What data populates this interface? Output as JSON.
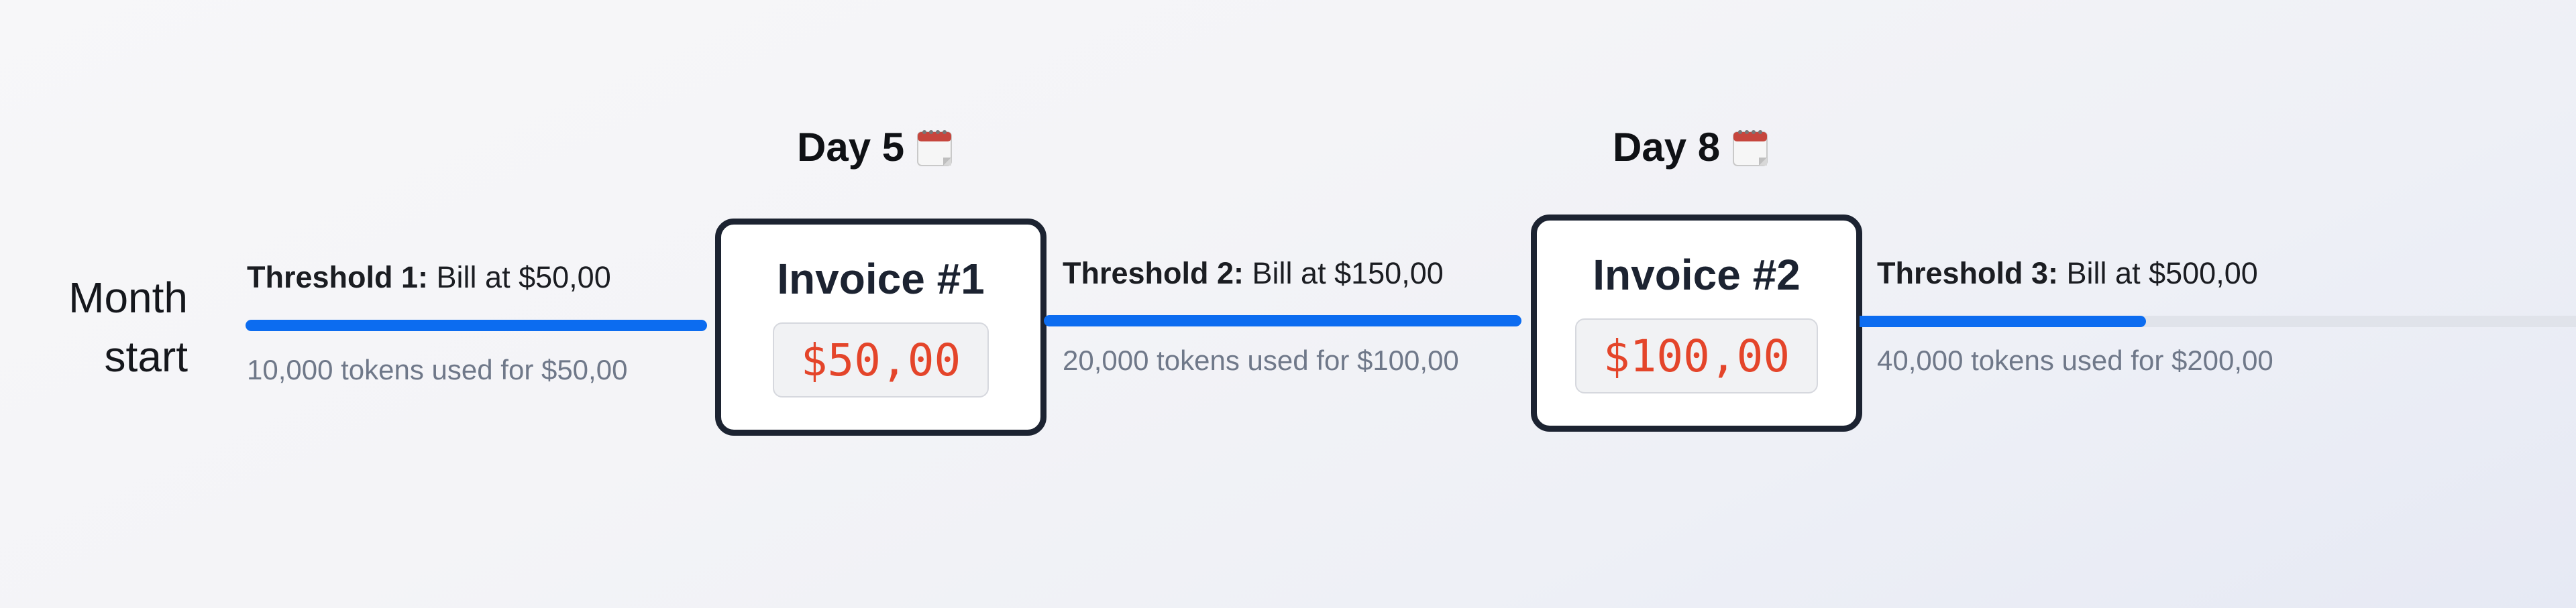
{
  "start_label": "Month start",
  "days": [
    {
      "label": "Day 5",
      "icon": "calendar-icon"
    },
    {
      "label": "Day 8",
      "icon": "calendar-icon"
    }
  ],
  "thresholds": [
    {
      "title": "Threshold 1:",
      "bill": "Bill at $50,00",
      "usage": "10,000 tokens used for $50,00",
      "progress": 1.0
    },
    {
      "title": "Threshold 2:",
      "bill": "Bill at $150,00",
      "usage": "20,000 tokens used for $100,00",
      "progress": 1.0
    },
    {
      "title": "Threshold 3:",
      "bill": "Bill at $500,00",
      "usage": "40,000 tokens used for $200,00",
      "progress": 0.4
    }
  ],
  "invoices": [
    {
      "title": "Invoice #1",
      "amount": "$50,00"
    },
    {
      "title": "Invoice #2",
      "amount": "$100,00"
    }
  ],
  "colors": {
    "bar": "#0c6cf0",
    "track": "#e0e3ea",
    "amount": "#e4452a",
    "card_border": "#1c2331"
  }
}
